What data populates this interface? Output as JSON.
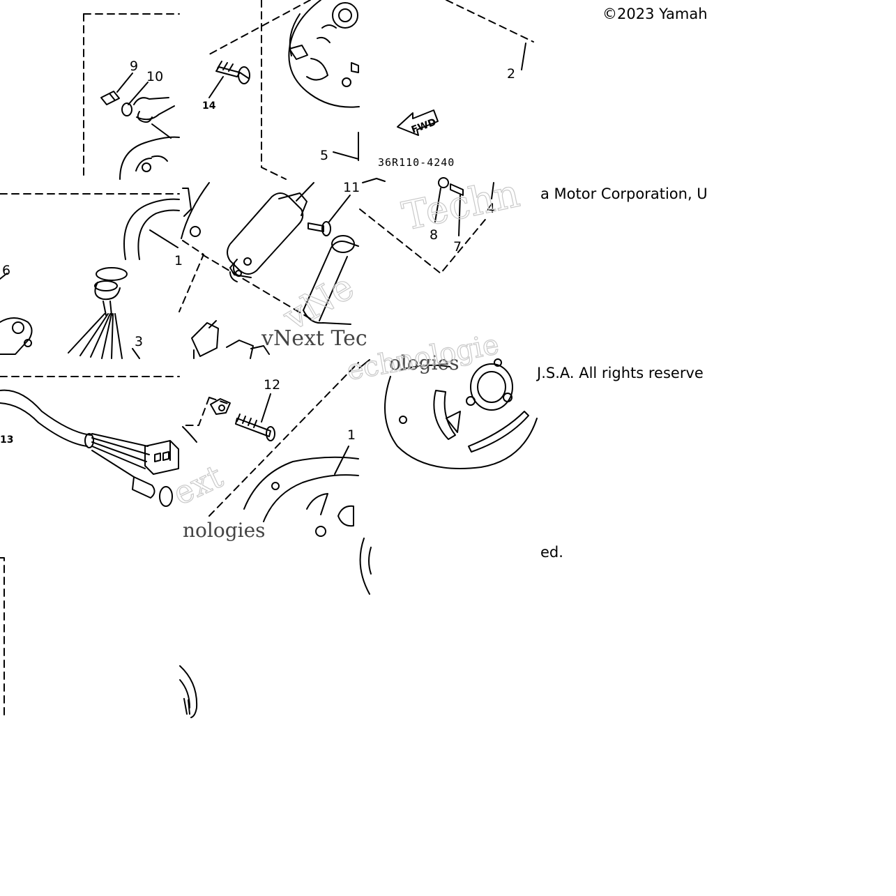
{
  "copyright": {
    "line1": "©2023 Yamah",
    "line2": "a Motor Corporation, U",
    "line3": "J.S.A. All rights reserve",
    "line4": "ed."
  },
  "part_code": "36R110-4240",
  "fwd_label": "FWD",
  "callouts": {
    "c1": "1",
    "c2": "2",
    "c3": "3",
    "c4": "4",
    "c5": "5",
    "c6": "6",
    "c7": "7",
    "c8": "8",
    "c9": "9",
    "c10": "10",
    "c11": "11",
    "c12": "12",
    "c13": "13",
    "c14": "14",
    "c1b": "1"
  },
  "watermark": {
    "w1": "vNext Tec",
    "w2": "Techn",
    "w3": "ologies",
    "w4": "echnologie",
    "w5": "ext",
    "w6": "nologies",
    "w7": "vNe"
  }
}
